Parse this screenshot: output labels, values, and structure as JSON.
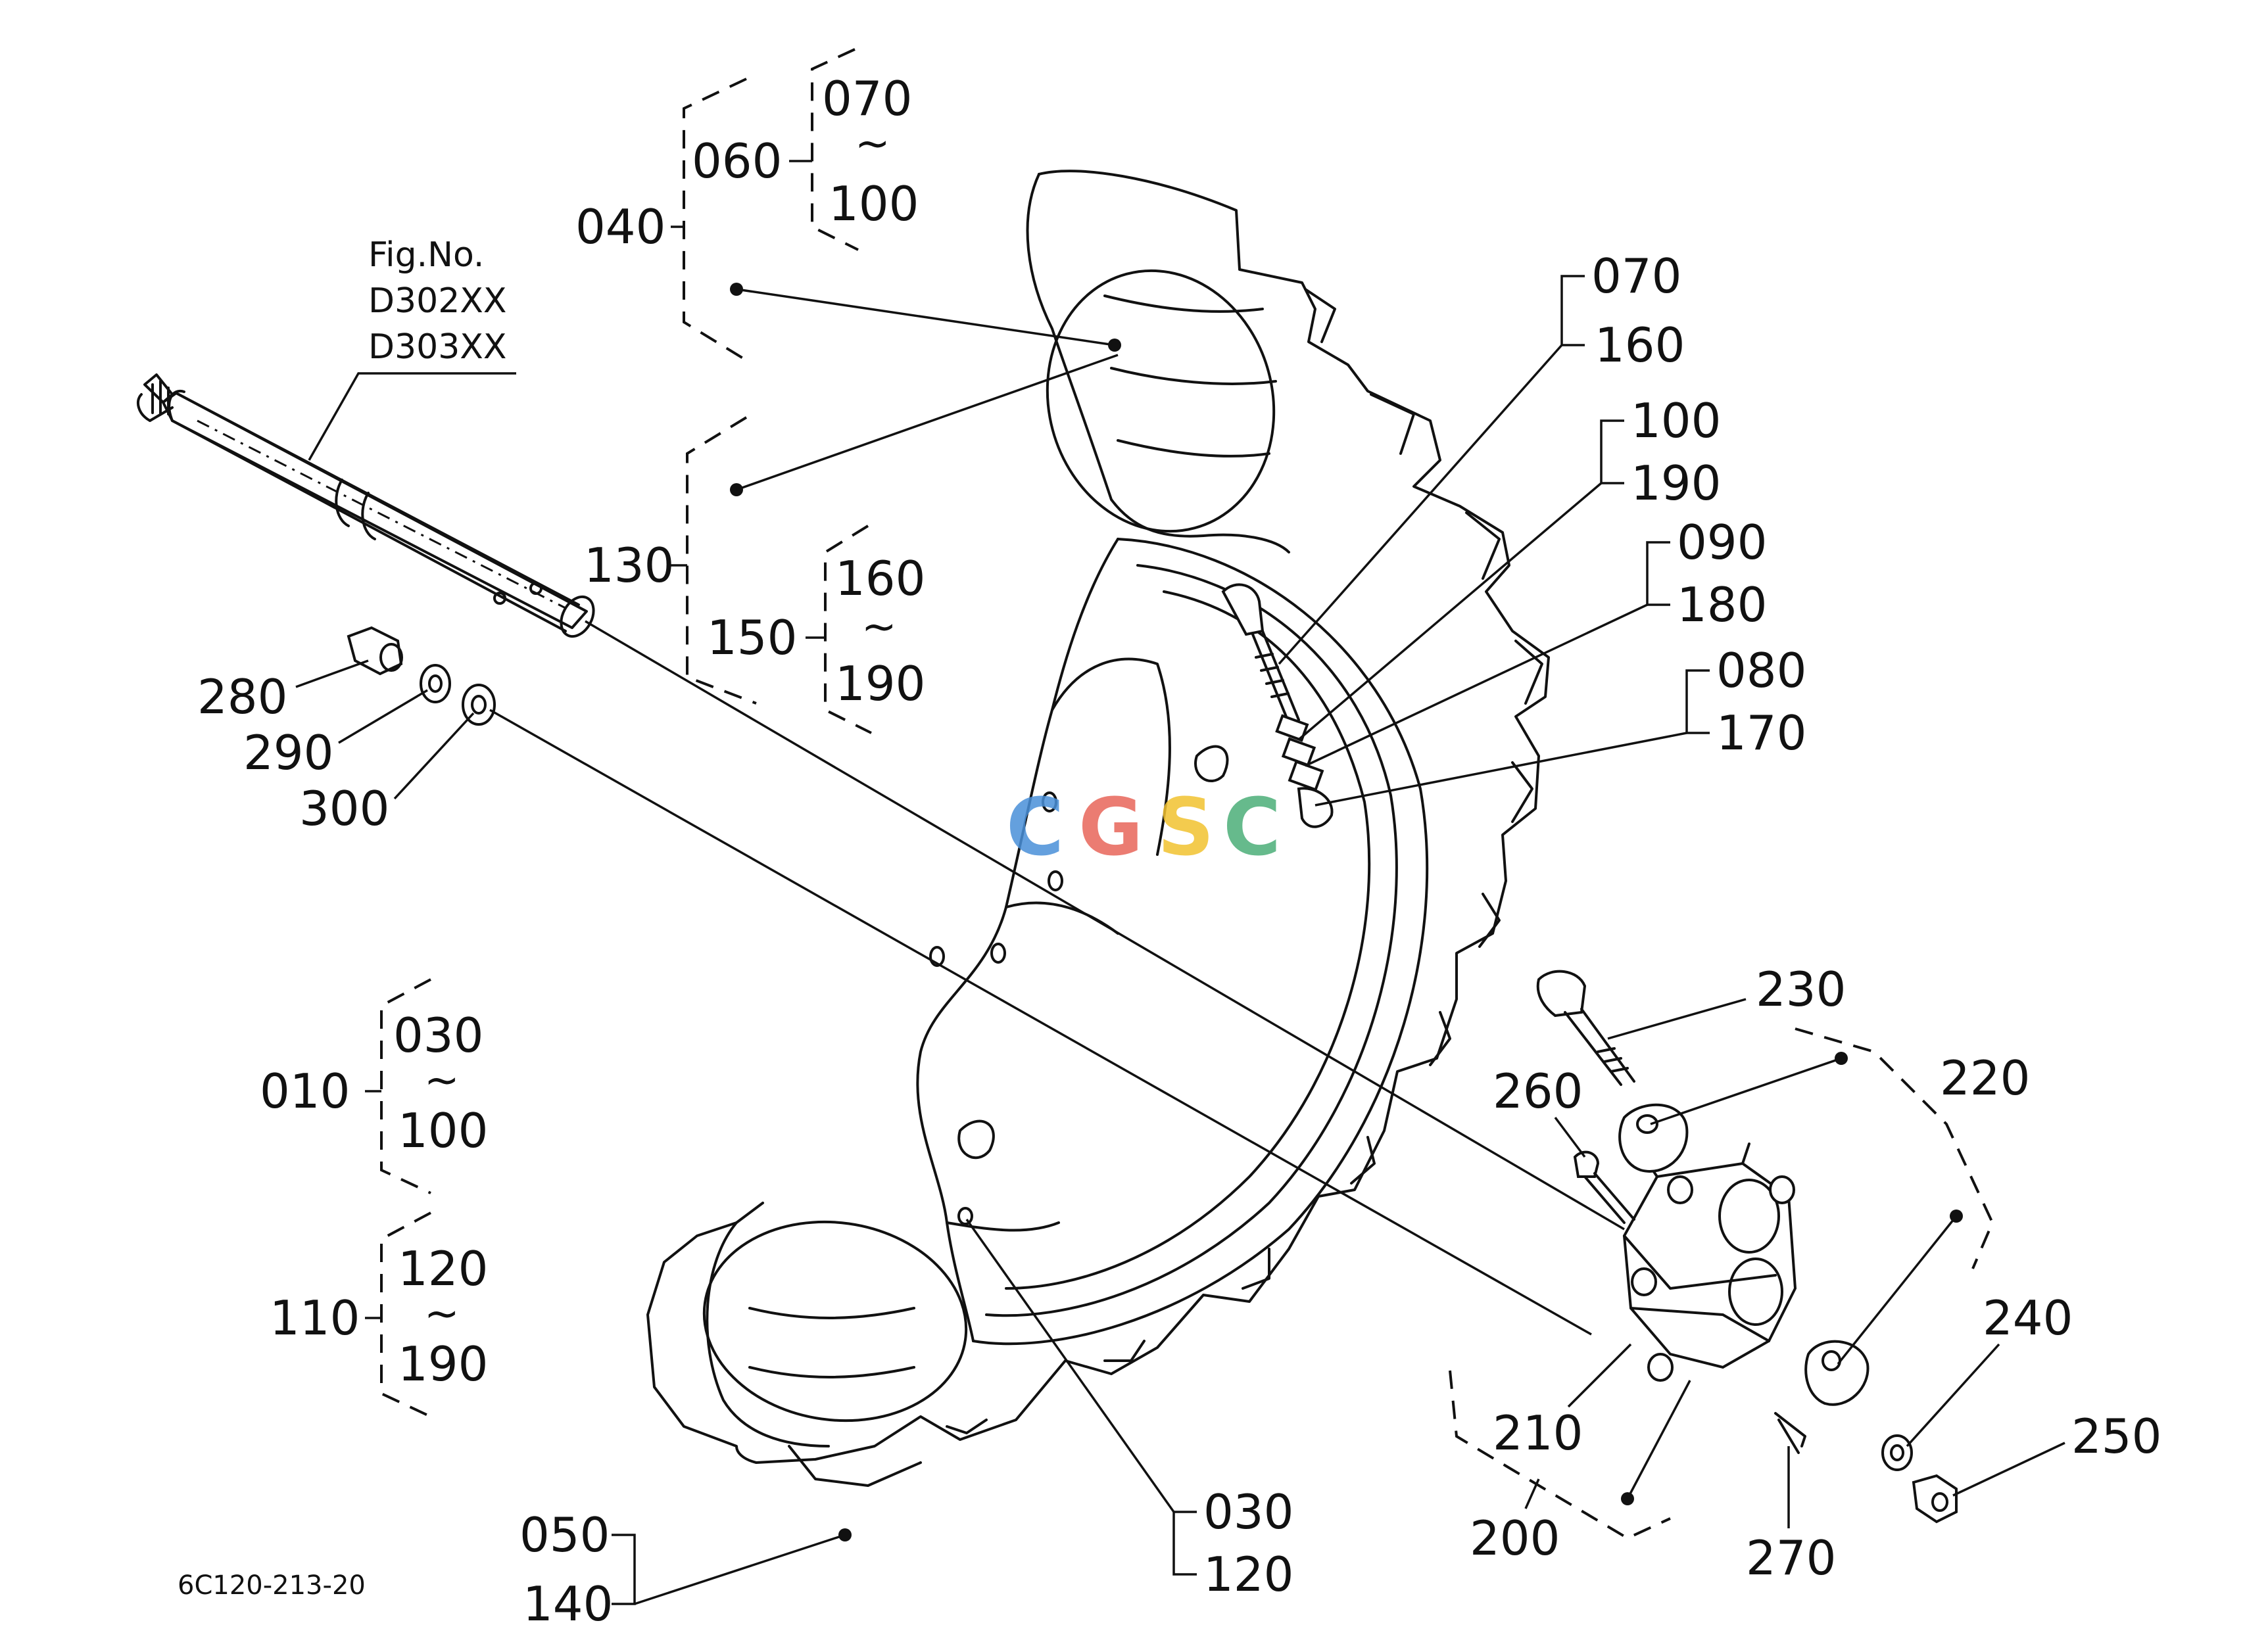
{
  "figure": {
    "fig_no_label": "Fig.No.",
    "fig_no_1": "D302XX",
    "fig_no_2": "D303XX",
    "drawing_code": "6C120-213-20"
  },
  "watermark": {
    "letters": [
      "C",
      "G",
      "S",
      "C"
    ],
    "colors": [
      "#4A90D9",
      "#E8665A",
      "#F2C230",
      "#4CAF78"
    ]
  },
  "tilde": "~",
  "callouts": {
    "c040": "040",
    "c060": "060",
    "c070a": "070",
    "c100a": "100",
    "c130": "130",
    "c150": "150",
    "c160a": "160",
    "c190a": "190",
    "c010": "010",
    "c030a": "030",
    "c100b": "100",
    "c110": "110",
    "c120a": "120",
    "c190b": "190",
    "c070b": "070",
    "c160b": "160",
    "c100c": "100",
    "c190c": "190",
    "c090": "090",
    "c180": "180",
    "c080": "080",
    "c170": "170",
    "c280": "280",
    "c290": "290",
    "c300": "300",
    "c230": "230",
    "c220": "220",
    "c260": "260",
    "c240": "240",
    "c250": "250",
    "c210": "210",
    "c200": "200",
    "c270": "270",
    "c030b": "030",
    "c120b": "120",
    "c050": "050",
    "c140": "140"
  }
}
